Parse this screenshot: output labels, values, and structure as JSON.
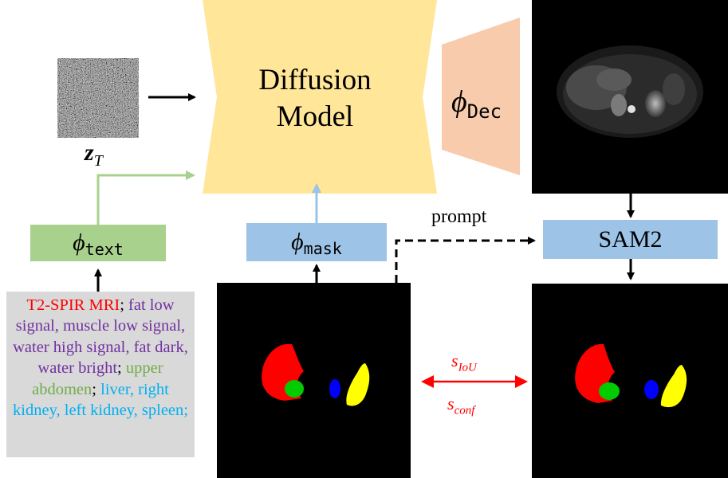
{
  "diffusion_model": {
    "line1": "Diffusion",
    "line2": "Model"
  },
  "latent": {
    "symbol": "z",
    "subscript": "T"
  },
  "decoder": {
    "symbol": "ϕ",
    "subscript": "Dec"
  },
  "text_encoder": {
    "symbol": "ϕ",
    "subscript": "text"
  },
  "mask_encoder": {
    "symbol": "ϕ",
    "subscript": "mask"
  },
  "sam2": {
    "label": "SAM2"
  },
  "prompt_label": "prompt",
  "metrics": {
    "iou": {
      "symbol": "s",
      "subscript": "IoU"
    },
    "conf": {
      "symbol": "s",
      "subscript": "conf"
    }
  },
  "text_prompt": {
    "modality": "T2-SPIR MRI",
    "sep1": "; ",
    "properties": "fat low signal, muscle low signal, water high signal, fat dark, water bright",
    "sep2": "; ",
    "region": "upper abdomen",
    "sep3": ";",
    "organs": "liver, right kidney, left kidney, spleen;"
  },
  "colors": {
    "diffusion_fill": "#ffe699",
    "decoder_fill": "#f8cbad",
    "text_box_fill": "#a9d18e",
    "mask_box_fill": "#9dc3e6",
    "sam_box_fill": "#9dc3e6",
    "prompt_bg": "#d9d9d9",
    "liver": "#ff0000",
    "right_kidney": "#00cc00",
    "left_kidney": "#0000ff",
    "spleen": "#ffff00",
    "green_arrow": "#a9d18e",
    "blue_arrow": "#9dc3e6",
    "metric_arrow": "#ff0000"
  }
}
